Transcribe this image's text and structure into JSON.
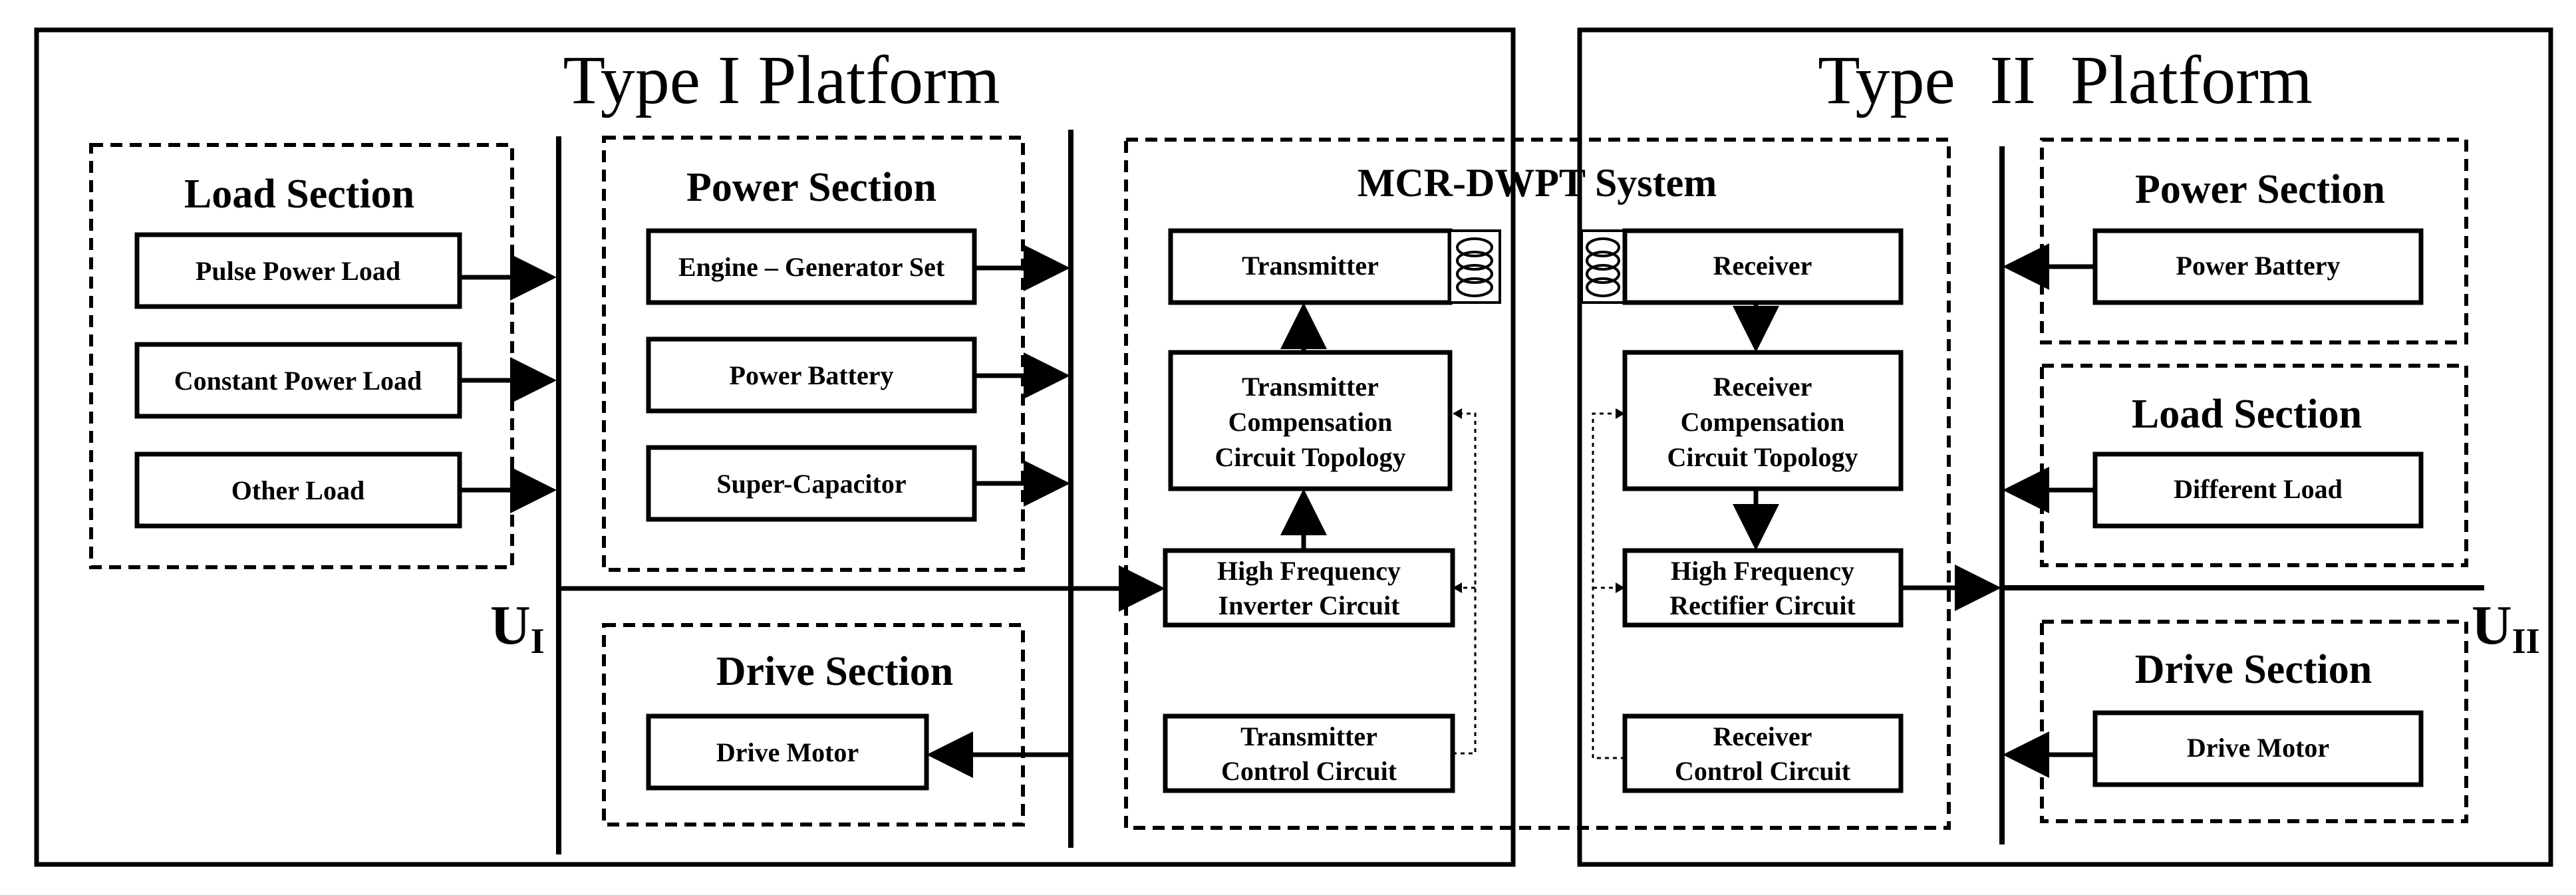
{
  "platform1": {
    "title": "Type I Platform",
    "bus_label_main": "U",
    "bus_label_sub": "I",
    "load_section": {
      "title": "Load Section",
      "items": [
        "Pulse Power Load",
        "Constant Power Load",
        "Other Load"
      ]
    },
    "power_section": {
      "title": "Power Section",
      "items": [
        "Engine – Generator Set",
        "Power Battery",
        "Super-Capacitor"
      ]
    },
    "drive_section": {
      "title": "Drive Section",
      "items": [
        "Drive Motor"
      ]
    }
  },
  "platform2": {
    "title": "Type  II  Platform",
    "bus_label_main": "U",
    "bus_label_sub": "II",
    "power_section": {
      "title": "Power Section",
      "items": [
        "Power Battery"
      ]
    },
    "load_section": {
      "title": "Load Section",
      "items": [
        "Different Load"
      ]
    },
    "drive_section": {
      "title": "Drive Section",
      "items": [
        "Drive Motor"
      ]
    }
  },
  "mcr": {
    "title": "MCR-DWPT System",
    "transmitter": "Transmitter",
    "tx_comp": [
      "Transmitter",
      "Compensation",
      "Circuit Topology"
    ],
    "hf_inverter": [
      "High Frequency",
      "Inverter Circuit"
    ],
    "tx_control": [
      "Transmitter",
      "Control Circuit"
    ],
    "receiver": "Receiver",
    "rx_comp": [
      "Receiver",
      "Compensation",
      "Circuit Topology"
    ],
    "hf_rectifier": [
      "High Frequency",
      "Rectifier Circuit"
    ],
    "rx_control": [
      "Receiver",
      "Control Circuit"
    ]
  }
}
